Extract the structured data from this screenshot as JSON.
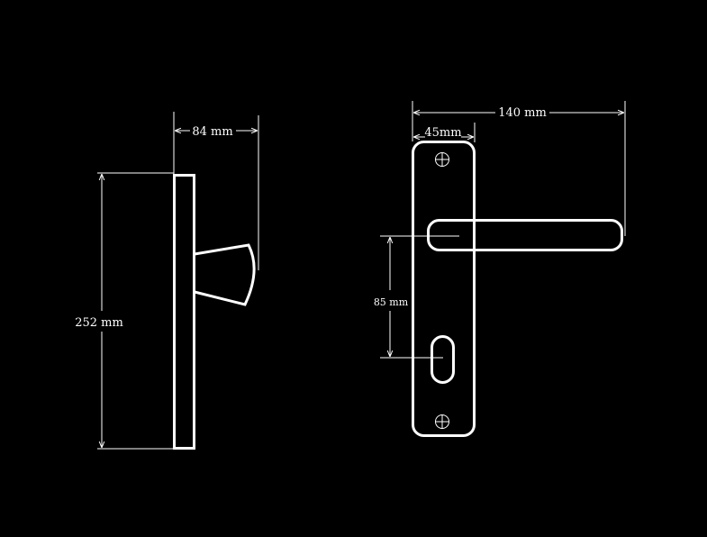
{
  "colors": {
    "background": "#000000",
    "line": "#ffffff"
  },
  "dimensions": {
    "side_depth": "84 mm",
    "side_height": "252 mm",
    "front_overall_width": "140 mm",
    "plate_width": "45mm",
    "handle_to_keyhole": "85 mm"
  }
}
